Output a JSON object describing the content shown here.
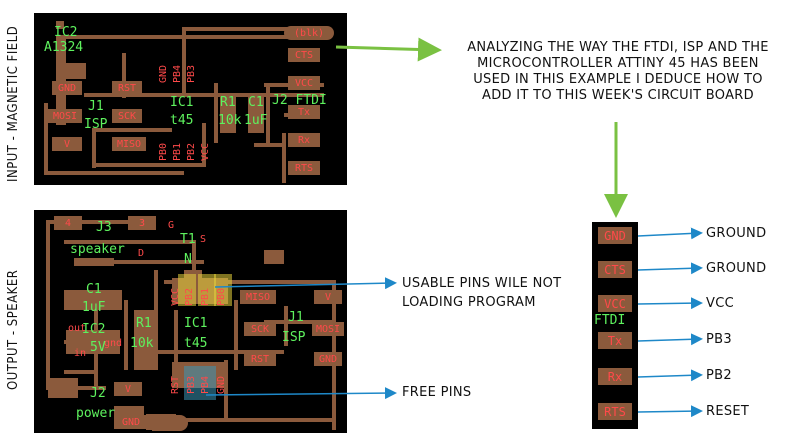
{
  "side_labels": {
    "input": "INPUT - MAGNETIC FIELD",
    "output": "OUTPUT - SPEAKER"
  },
  "notes": {
    "analysis": [
      "ANALYZING THE WAY THE FTDI, ISP AND THE",
      "MICROCONTROLLER ATTINY 45 HAS BEEN",
      "USED IN THIS EXAMPLE I DEDUCE HOW TO",
      "ADD IT TO THIS WEEK'S CIRCUIT BOARD"
    ],
    "usable": [
      "USABLE PINS WILE NOT",
      "LOADING PROGRAM"
    ],
    "free": "FREE PINS"
  },
  "top_board": {
    "components": [
      "IC2",
      "A1324",
      "J1",
      "ISP",
      "IC1",
      "t45",
      "R1",
      "10k",
      "C1",
      "1uF",
      "J2 FTDI"
    ],
    "pads": [
      "GND",
      "MOSI",
      "V",
      "RST",
      "SCK",
      "MISO",
      "CTS",
      "VCC",
      "Tx",
      "Rx",
      "RTS",
      "(blk)"
    ],
    "pins_vertical": [
      "GND",
      "PB4",
      "PB3",
      "PB0",
      "PB1",
      "PB2",
      "VCC"
    ]
  },
  "bottom_board": {
    "components": [
      "J3",
      "speaker",
      "T1",
      "N",
      "C1",
      "1uF",
      "IC2",
      "5V",
      "R1",
      "10k",
      "IC1",
      "t45",
      "J1",
      "ISP",
      "J2",
      "power"
    ],
    "pads": [
      "4",
      "3",
      "MISO",
      "V",
      "SCK",
      "MOSI",
      "RST",
      "GND",
      "V",
      "GND"
    ],
    "pins_vertical": [
      "VCC",
      "PB2",
      "PB1",
      "PB0",
      "RST",
      "PB3",
      "PB4",
      "GND"
    ],
    "small_labels": [
      "out",
      "gnd",
      "in",
      "G",
      "D",
      "S"
    ]
  },
  "ftdi": {
    "label": "FTDI",
    "pins": [
      {
        "pin": "GND",
        "desc": "GROUND"
      },
      {
        "pin": "CTS",
        "desc": "GROUND"
      },
      {
        "pin": "VCC",
        "desc": "VCC"
      },
      {
        "pin": "Tx",
        "desc": "PB3"
      },
      {
        "pin": "Rx",
        "desc": "PB2"
      },
      {
        "pin": "RTS",
        "desc": "RESET"
      }
    ]
  },
  "colors": {
    "trace": "#8b5a3c",
    "pad_text": "#ff4a4a",
    "silk": "#5ef25e",
    "arrow_green": "#7ac142",
    "arrow_blue": "#1e88c8"
  }
}
